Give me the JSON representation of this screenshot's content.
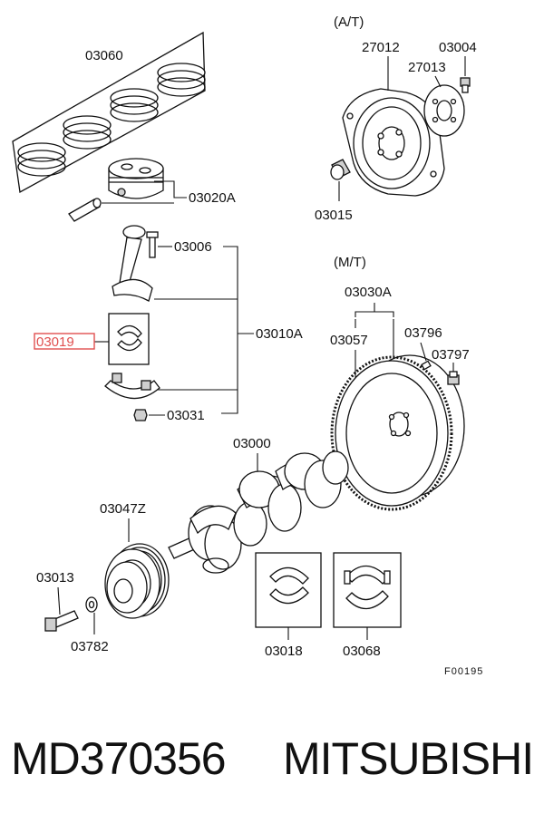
{
  "diagram": {
    "section_at": "(A/T)",
    "section_mt": "(M/T)",
    "figure_code": "F00195",
    "highlight_color": "#e05050",
    "labels": {
      "p03060": "03060",
      "p03020A": "03020A",
      "p03006": "03006",
      "p03010A": "03010A",
      "p03019": "03019",
      "p03031": "03031",
      "p27012": "27012",
      "p03004": "03004",
      "p27013": "27013",
      "p03015": "03015",
      "p03030A": "03030A",
      "p03057": "03057",
      "p03796": "03796",
      "p03797": "03797",
      "p03000": "03000",
      "p03047Z": "03047Z",
      "p03013": "03013",
      "p03782": "03782",
      "p03018": "03018",
      "p03068": "03068"
    }
  },
  "caption": {
    "part_number": "MD370356",
    "brand": "MITSUBISHI"
  }
}
